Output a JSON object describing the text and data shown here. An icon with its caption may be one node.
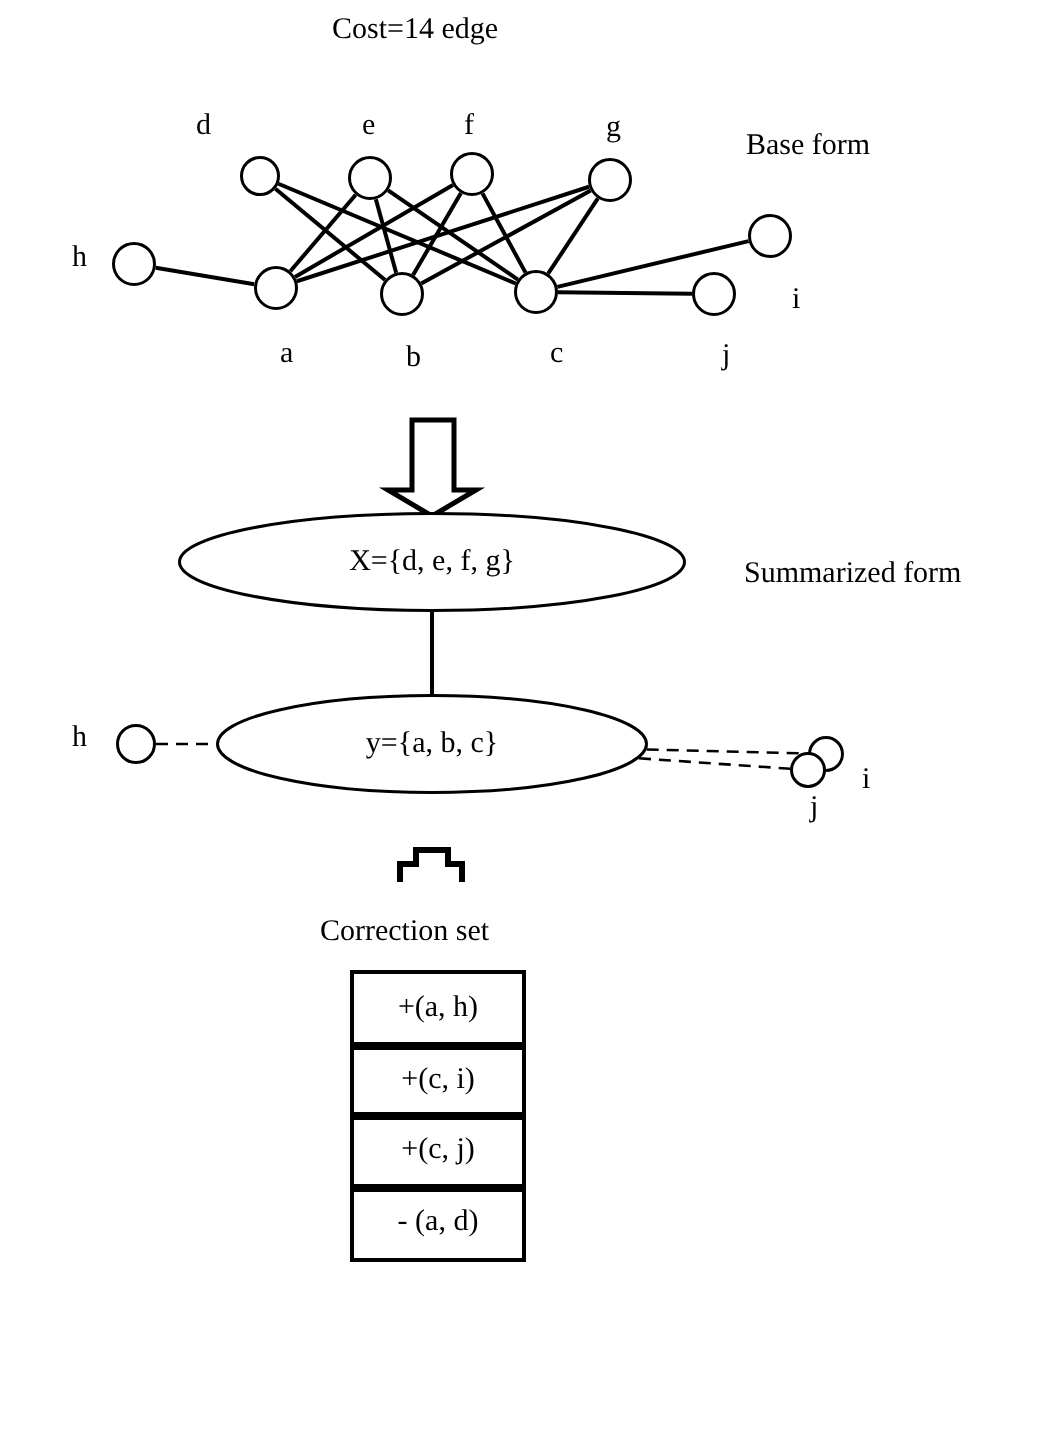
{
  "diagram": {
    "nodes": [
      {
        "text": [
          "d"
        ]
      },
      {
        "text": [
          "e"
        ]
      },
      {
        "text": [
          "f"
        ]
      },
      {
        "text": [
          "g"
        ]
      },
      {
        "text": [
          "h"
        ]
      },
      {
        "text": [
          "a"
        ]
      },
      {
        "text": [
          "b"
        ]
      },
      {
        "text": [
          "c"
        ]
      },
      {
        "text": [
          "i"
        ]
      },
      {
        "text": [
          "j"
        ]
      },
      {
        "text": [
          "X={d, e, f, g}"
        ]
      },
      {
        "text": [
          "h"
        ]
      },
      {
        "text": [
          "y={a, b, c}"
        ]
      },
      {
        "text": [
          "i"
        ]
      },
      {
        "text": [
          "j"
        ]
      }
    ],
    "edges": [
      {
        "from": 4,
        "to": 5,
        "arrow": "none"
      },
      {
        "from": 0,
        "to": 6,
        "arrow": "none"
      },
      {
        "from": 0,
        "to": 7,
        "arrow": "none"
      },
      {
        "from": 1,
        "to": 5,
        "arrow": "none"
      },
      {
        "from": 1,
        "to": 6,
        "arrow": "none"
      },
      {
        "from": 1,
        "to": 7,
        "arrow": "none"
      },
      {
        "from": 2,
        "to": 5,
        "arrow": "none"
      },
      {
        "from": 2,
        "to": 6,
        "arrow": "none"
      },
      {
        "from": 2,
        "to": 7,
        "arrow": "none"
      },
      {
        "from": 3,
        "to": 5,
        "arrow": "none"
      },
      {
        "from": 3,
        "to": 6,
        "arrow": "none"
      },
      {
        "from": 3,
        "to": 7,
        "arrow": "none"
      },
      {
        "from": 7,
        "to": 8,
        "arrow": "none"
      },
      {
        "from": 7,
        "to": 9,
        "arrow": "none"
      },
      {
        "from": 10,
        "to": 12,
        "arrow": "none"
      },
      {
        "from": 11,
        "to": 12,
        "arrow": "none",
        "style": "dashed"
      },
      {
        "from": 12,
        "to": 13,
        "arrow": "none",
        "style": "dashed"
      },
      {
        "from": 12,
        "to": 14,
        "arrow": "none",
        "style": "dashed"
      }
    ],
    "labels": [
      "Cost=14 edge",
      "Base form",
      "Summarized form",
      "Correction set",
      "+(a, h)",
      "+(c, i)",
      "+(c, j)",
      "- (a, d)"
    ]
  }
}
